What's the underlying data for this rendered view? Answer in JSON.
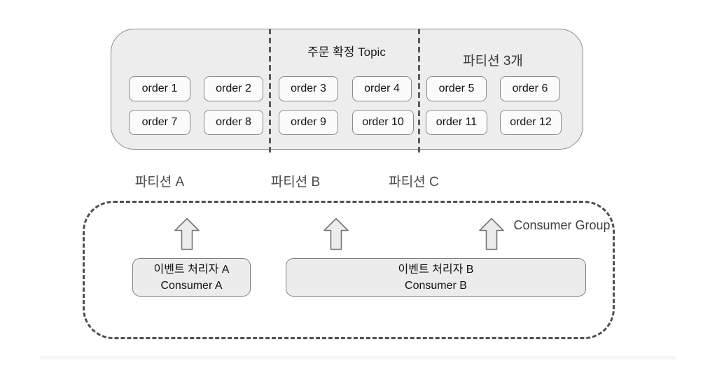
{
  "topic": {
    "title": "주문 확정 Topic",
    "partition_count_label": "파티션 3개",
    "partitions": [
      {
        "orders": [
          "order 1",
          "order 2",
          "order 7",
          "order 8"
        ]
      },
      {
        "orders": [
          "order 3",
          "order 4",
          "order 9",
          "order 10"
        ]
      },
      {
        "orders": [
          "order 5",
          "order 6",
          "order 11",
          "order 12"
        ]
      }
    ]
  },
  "partition_labels": [
    "파티션 A",
    "파티션 B",
    "파티션 C"
  ],
  "consumer_group": {
    "label": "Consumer Group",
    "consumers": [
      {
        "line1": "이벤트 처리자 A",
        "line2": "Consumer A"
      },
      {
        "line1": "이벤트 처리자 B",
        "line2": "Consumer B"
      }
    ]
  },
  "colors": {
    "topic_fill": "#ededed",
    "order_box_fill": "#fbfbfb",
    "border_gray": "#8c8c8c",
    "dash_gray": "#4f4f4f",
    "arrow_fill": "#ececec",
    "text_dark": "#111111"
  }
}
